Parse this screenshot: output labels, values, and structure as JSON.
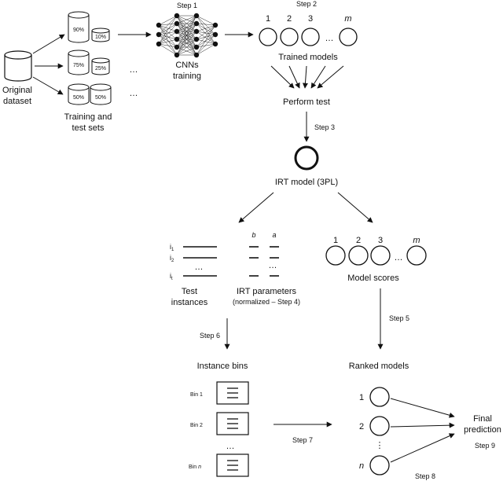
{
  "labels": {
    "original_dataset_line1": "Original",
    "original_dataset_line2": "dataset",
    "training_sets_line1": "Training and",
    "training_sets_line2": "test sets",
    "split_90": "90%",
    "split_10": "10%",
    "split_75": "75%",
    "split_25": "25%",
    "split_50a": "50%",
    "split_50b": "50%",
    "ellipsis": "…",
    "vdots": "⋮",
    "step1": "Step 1",
    "cnns_line1": "CNNs",
    "cnns_line2": "training",
    "step2": "Step 2",
    "model_1": "1",
    "model_2": "2",
    "model_3": "3",
    "model_m": "m",
    "trained_models": "Trained models",
    "perform_test": "Perform test",
    "step3": "Step 3",
    "irt_model": "IRT model (3PL)",
    "inst_1": "i",
    "inst_1_sub": "1",
    "inst_2": "i",
    "inst_2_sub": "2",
    "inst_t": "i",
    "inst_t_sub": "t",
    "param_b": "b",
    "param_a": "a",
    "test_instances_line1": "Test",
    "test_instances_line2": "instances",
    "irt_params_line1": "IRT parameters",
    "irt_params_line2": "(normalized – Step 4)",
    "score_1": "1",
    "score_2": "2",
    "score_3": "3",
    "score_m": "m",
    "model_scores": "Model scores",
    "step5": "Step 5",
    "step6": "Step 6",
    "instance_bins": "Instance bins",
    "ranked_models": "Ranked models",
    "bin_1": "Bin 1",
    "bin_2": "Bin 2",
    "bin_n_prefix": "Bin",
    "bin_n_suffix": "n",
    "rank_1": "1",
    "rank_2": "2",
    "rank_n": "n",
    "step7": "Step 7",
    "step8": "Step 8",
    "final_line1": "Final",
    "final_line2": "prediction",
    "step9": "Step 9"
  }
}
